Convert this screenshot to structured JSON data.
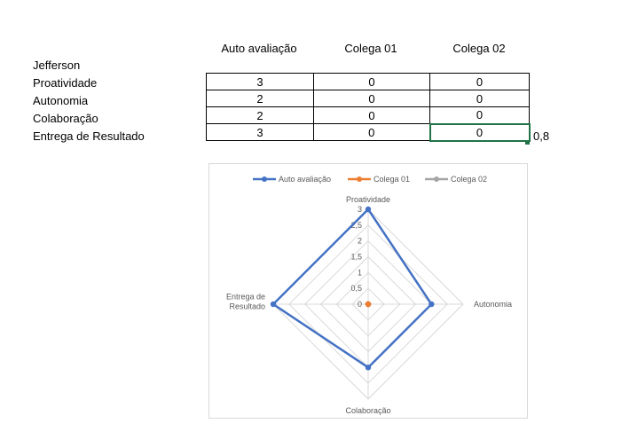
{
  "sheet": {
    "columns": [
      "Auto avaliação",
      "Colega 01",
      "Colega 02"
    ],
    "name": "Jefferson",
    "rows": [
      {
        "label": "Proatividade",
        "values": [
          "3",
          "0",
          "0"
        ]
      },
      {
        "label": "Autonomia",
        "values": [
          "2",
          "0",
          "0"
        ]
      },
      {
        "label": "Colaboração",
        "values": [
          "2",
          "0",
          "0"
        ]
      },
      {
        "label": "Entrega de Resultado",
        "values": [
          "3",
          "0",
          "0"
        ]
      }
    ],
    "side_value": "0,8"
  },
  "chart_data": {
    "type": "radar",
    "categories": [
      "Proatividade",
      "Autonomia",
      "Colaboração",
      "Entrega de Resultado"
    ],
    "category_labels": [
      "Proatividade",
      "Autonomia",
      "Colaboração",
      "Entrega de\nResultado"
    ],
    "series": [
      {
        "name": "Auto avaliação",
        "values": [
          3,
          2,
          2,
          3
        ],
        "color": "#4472C4"
      },
      {
        "name": "Colega 01",
        "values": [
          0,
          0,
          0,
          0
        ],
        "color": "#ED7D31"
      },
      {
        "name": "Colega 02",
        "values": [
          0,
          0,
          0,
          0
        ],
        "color": "#A5A5A5"
      }
    ],
    "ylim": [
      0,
      3
    ],
    "ticks": [
      "0",
      "0,5",
      "1",
      "1,5",
      "2",
      "2,5",
      "3"
    ],
    "legend_position": "top",
    "grid": true
  }
}
